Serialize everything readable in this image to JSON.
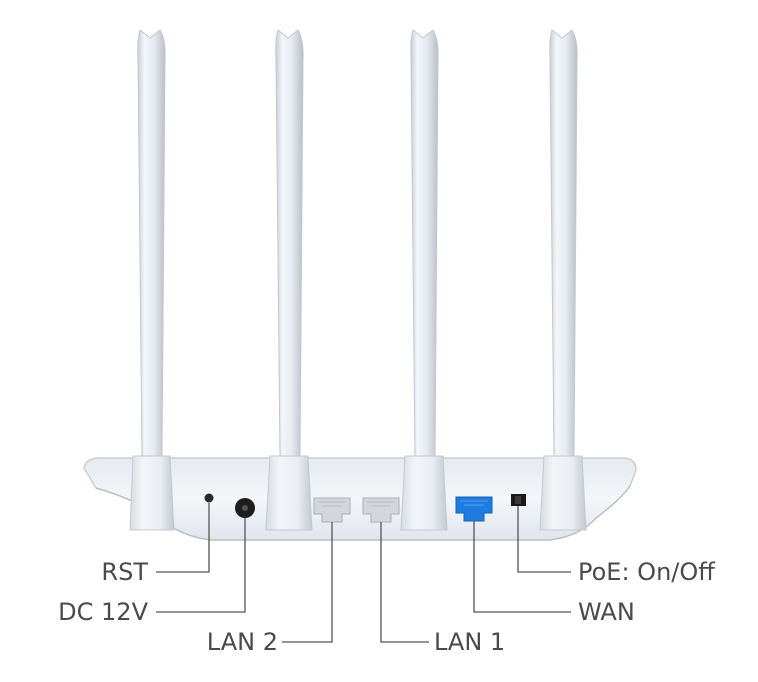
{
  "labels": {
    "rst": "RST",
    "dc": "DC 12V",
    "lan2": "LAN 2",
    "lan1": "LAN 1",
    "wan": "WAN",
    "poe": "PoE: On/Off"
  },
  "colors": {
    "body": "#eef1f5",
    "antenna": "#e8ebf0",
    "lan_port": "#c8ccd2",
    "wan_port": "#1e7be0",
    "leader_line": "#555555",
    "label_text": "#4a4a4a"
  },
  "icons": {
    "antenna": "antenna-icon",
    "reset_hole": "reset-pinhole-icon",
    "dc_jack": "dc-jack-icon",
    "ethernet_port": "ethernet-port-icon",
    "poe_switch": "toggle-switch-icon"
  }
}
